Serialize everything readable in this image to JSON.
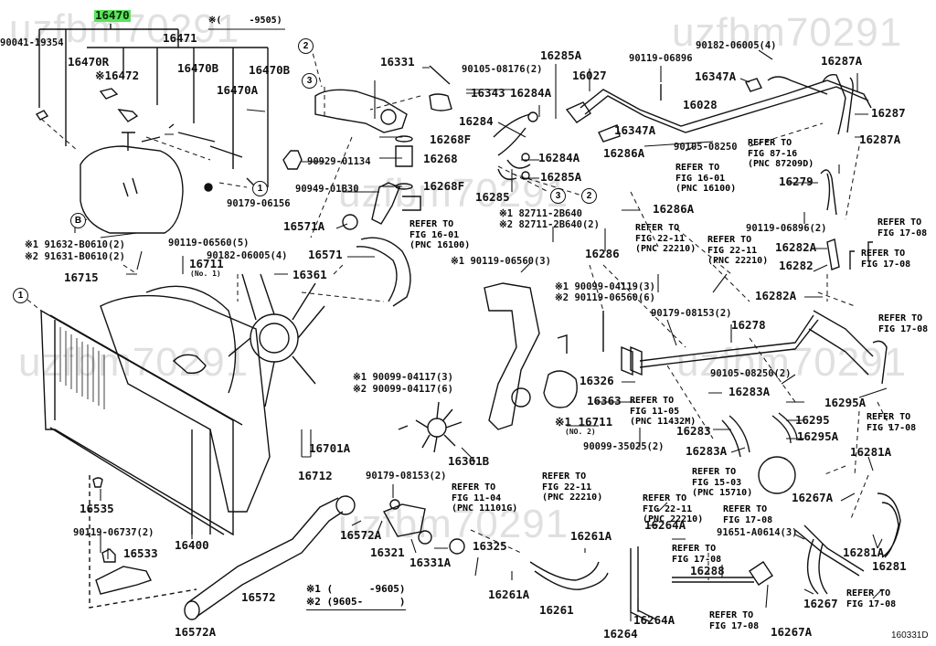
{
  "diagram": {
    "title_part": "16470",
    "highlight_color": "#5be35b",
    "figure_code": "160331D",
    "watermark": "uzfbm70291",
    "legend": {
      "note1": "※1 (      -9605)",
      "note2": "※2 (9605-      )",
      "top_note": "※(     -9505)"
    },
    "callouts": [
      "1",
      "2",
      "3",
      "B"
    ],
    "labels": [
      {
        "id": "p16471",
        "text": "16471"
      },
      {
        "id": "p90041",
        "text": "90041-19354"
      },
      {
        "id": "p16470R",
        "text": "16470R"
      },
      {
        "id": "p16472",
        "text": "※16472"
      },
      {
        "id": "p16470B1",
        "text": "16470B"
      },
      {
        "id": "p16470B2",
        "text": "16470B"
      },
      {
        "id": "p16470A",
        "text": "16470A"
      },
      {
        "id": "p90179_06156",
        "text": "90179-06156"
      },
      {
        "id": "p91632",
        "text": "※1 91632-B0610(2)"
      },
      {
        "id": "p91631",
        "text": "※2 91631-B0610(2)"
      },
      {
        "id": "p90119_06560_5",
        "text": "90119-06560(5)"
      },
      {
        "id": "p90182_06005_4a",
        "text": "90182-06005(4)"
      },
      {
        "id": "p16711",
        "text": "16711"
      },
      {
        "id": "p16711no",
        "text": "(No. 1)"
      },
      {
        "id": "p16715",
        "text": "16715"
      },
      {
        "id": "p16361",
        "text": "16361"
      },
      {
        "id": "p16331",
        "text": "16331"
      },
      {
        "id": "p90105_08176",
        "text": "90105-08176(2)"
      },
      {
        "id": "p16343",
        "text": "16343"
      },
      {
        "id": "p16284A1",
        "text": "16284A"
      },
      {
        "id": "p16285A1",
        "text": "16285A"
      },
      {
        "id": "p16027",
        "text": "16027"
      },
      {
        "id": "p16268F1",
        "text": "16268F"
      },
      {
        "id": "p16268",
        "text": "16268"
      },
      {
        "id": "p16268F2",
        "text": "16268F"
      },
      {
        "id": "p90929",
        "text": "90929-01134"
      },
      {
        "id": "p90949",
        "text": "90949-01B30"
      },
      {
        "id": "p16284",
        "text": "16284"
      },
      {
        "id": "p16284A2",
        "text": "16284A"
      },
      {
        "id": "p16285A2",
        "text": "16285A"
      },
      {
        "id": "p16285",
        "text": "16285"
      },
      {
        "id": "p16571A",
        "text": "16571A"
      },
      {
        "id": "p16571",
        "text": "16571"
      },
      {
        "id": "ref1601a",
        "text": "REFER TO\nFIG 16-01\n(PNC 16100)"
      },
      {
        "id": "p82711_1",
        "text": "※1 82711-2B640"
      },
      {
        "id": "p82711_2",
        "text": "※2 82711-2B640(2)"
      },
      {
        "id": "p90119_06560_3",
        "text": "※1 90119-06560(3)"
      },
      {
        "id": "p90119_06896",
        "text": "90119-06896"
      },
      {
        "id": "p90182_06005_4b",
        "text": "90182-06005(4)"
      },
      {
        "id": "p16347A1",
        "text": "16347A"
      },
      {
        "id": "p16287A1",
        "text": "16287A"
      },
      {
        "id": "p16028",
        "text": "16028"
      },
      {
        "id": "p16347A2",
        "text": "16347A"
      },
      {
        "id": "p16287",
        "text": "16287"
      },
      {
        "id": "p90105_08250",
        "text": "90105-08250"
      },
      {
        "id": "ref8716",
        "text": "REFER TO\nFIG 87-16\n(PNC 87209D)"
      },
      {
        "id": "p16287A2",
        "text": "16287A"
      },
      {
        "id": "p16286A1",
        "text": "16286A"
      },
      {
        "id": "ref1601b",
        "text": "REFER TO\nFIG 16-01\n(PNC 16100)"
      },
      {
        "id": "p16279",
        "text": "16279"
      },
      {
        "id": "p16286A2",
        "text": "16286A"
      },
      {
        "id": "p16286",
        "text": "16286"
      },
      {
        "id": "ref2211a",
        "text": "REFER TO\nFIG 22-11\n(PNC 22210)"
      },
      {
        "id": "ref2211b",
        "text": "REFER TO\nFIG 22-11\n(PNC 22210)"
      },
      {
        "id": "p90119_06896_2",
        "text": "90119-06896(2)"
      },
      {
        "id": "ref1708a",
        "text": "REFER TO\nFIG 17-08"
      },
      {
        "id": "p16282A1",
        "text": "16282A"
      },
      {
        "id": "ref1708b",
        "text": "REFER TO\nFIG 17-08"
      },
      {
        "id": "p16282",
        "text": "16282"
      },
      {
        "id": "p16282A2",
        "text": "16282A"
      },
      {
        "id": "p90099_04119",
        "text": "※1 90099-04119(3)"
      },
      {
        "id": "p90119_06560_6",
        "text": "※2 90119-06560(6)"
      },
      {
        "id": "p90179_08153a",
        "text": "90179-08153(2)"
      },
      {
        "id": "p16278",
        "text": "16278"
      },
      {
        "id": "ref1708c",
        "text": "REFER TO\nFIG 17-08"
      },
      {
        "id": "p90105_08250_2",
        "text": "90105-08250(2)"
      },
      {
        "id": "p16326",
        "text": "16326"
      },
      {
        "id": "p16363",
        "text": "16363"
      },
      {
        "id": "ref1105",
        "text": "REFER TO\nFIG 11-05\n(PNC 11432M)"
      },
      {
        "id": "p16283A1",
        "text": "16283A"
      },
      {
        "id": "p16295A1",
        "text": "16295A"
      },
      {
        "id": "p16295",
        "text": "16295"
      },
      {
        "id": "ref1708d",
        "text": "REFER TO\nFIG 17-08"
      },
      {
        "id": "p16711no2",
        "text": "※1 16711"
      },
      {
        "id": "p16711no2b",
        "text": "(NO. 2)"
      },
      {
        "id": "p90099_35025",
        "text": "90099-35025(2)"
      },
      {
        "id": "p16283",
        "text": "16283"
      },
      {
        "id": "p16295A2",
        "text": "16295A"
      },
      {
        "id": "p16283A2",
        "text": "16283A"
      },
      {
        "id": "p16281A1",
        "text": "16281A"
      },
      {
        "id": "p90099_04117_3",
        "text": "※1 90099-04117(3)"
      },
      {
        "id": "p90099_04117_6",
        "text": "※2 90099-04117(6)"
      },
      {
        "id": "p16701A",
        "text": "16701A"
      },
      {
        "id": "p16712",
        "text": "16712"
      },
      {
        "id": "p16361B",
        "text": "16361B"
      },
      {
        "id": "p90179_08153b",
        "text": "90179-08153(2)"
      },
      {
        "id": "ref1104",
        "text": "REFER TO\nFIG 11-04\n(PNC 11101G)"
      },
      {
        "id": "ref2211c",
        "text": "REFER TO\nFIG 22-11\n(PNC 22210)"
      },
      {
        "id": "ref1503",
        "text": "REFER TO\nFIG 15-03\n(PNC 15710)"
      },
      {
        "id": "ref2211d",
        "text": "REFER TO\nFIG 22-11\n(PNC 22210)"
      },
      {
        "id": "p16267A1",
        "text": "16267A"
      },
      {
        "id": "ref1708e",
        "text": "REFER TO\nFIG 17-08"
      },
      {
        "id": "p16264A1",
        "text": "16264A"
      },
      {
        "id": "p91651",
        "text": "91651-A0614(3)"
      },
      {
        "id": "p16281A2",
        "text": "16281A"
      },
      {
        "id": "p16281",
        "text": "16281"
      },
      {
        "id": "p16535",
        "text": "16535"
      },
      {
        "id": "p90119_06737",
        "text": "90119-06737(2)"
      },
      {
        "id": "p16533",
        "text": "16533"
      },
      {
        "id": "p16400",
        "text": "16400"
      },
      {
        "id": "p16572A1",
        "text": "16572A"
      },
      {
        "id": "p16321",
        "text": "16321"
      },
      {
        "id": "p16325",
        "text": "16325"
      },
      {
        "id": "p16331A",
        "text": "16331A"
      },
      {
        "id": "p16261A1",
        "text": "16261A"
      },
      {
        "id": "p16261A2",
        "text": "16261A"
      },
      {
        "id": "ref1708f",
        "text": "REFER TO\nFIG 17-08"
      },
      {
        "id": "p16288",
        "text": "16288"
      },
      {
        "id": "p16572",
        "text": "16572"
      },
      {
        "id": "p16261",
        "text": "16261"
      },
      {
        "id": "p16264",
        "text": "16264"
      },
      {
        "id": "p16264A2",
        "text": "16264A"
      },
      {
        "id": "ref1708g",
        "text": "REFER TO\nFIG 17-08"
      },
      {
        "id": "p16267",
        "text": "16267"
      },
      {
        "id": "ref1708h",
        "text": "REFER TO\nFIG 17-08"
      },
      {
        "id": "p16267A2",
        "text": "16267A"
      },
      {
        "id": "p16572A2",
        "text": "16572A"
      }
    ]
  }
}
